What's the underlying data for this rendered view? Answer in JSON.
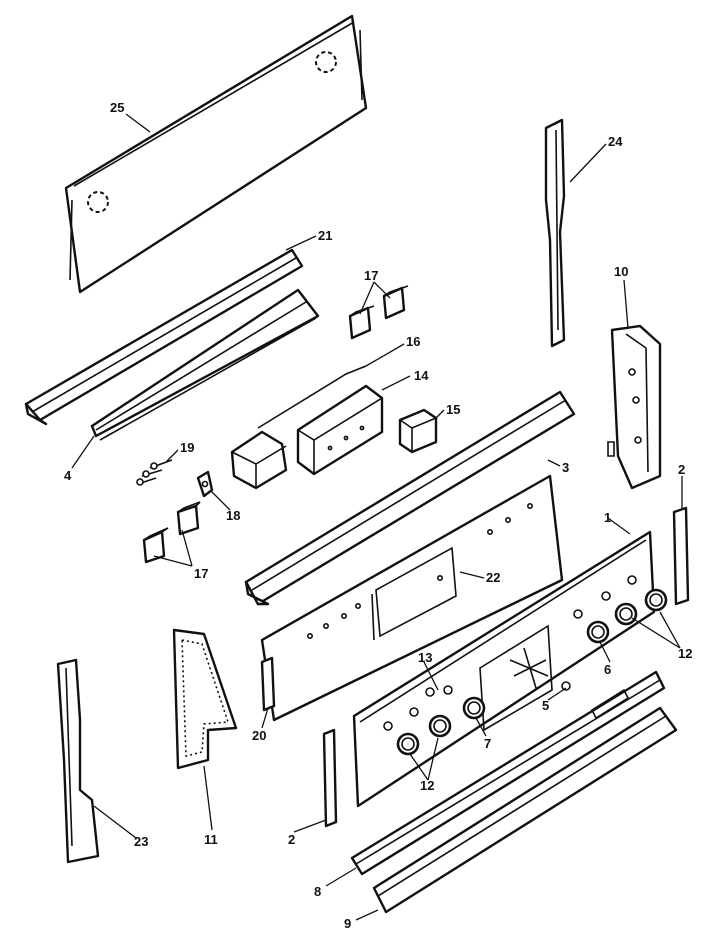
{
  "callouts": {
    "c25": "25",
    "c24": "24",
    "c21": "21",
    "c17a": "17",
    "c16": "16",
    "c14": "14",
    "c15": "15",
    "c10": "10",
    "c19": "19",
    "c4": "4",
    "c18": "18",
    "c3": "3",
    "c2a": "2",
    "c17b": "17",
    "c1": "1",
    "c22": "22",
    "c12a": "12",
    "c13": "13",
    "c6": "6",
    "c5": "5",
    "c20": "20",
    "c7": "7",
    "c12b": "12",
    "c11": "11",
    "c23": "23",
    "c2b": "2",
    "c8": "8",
    "c9": "9"
  }
}
